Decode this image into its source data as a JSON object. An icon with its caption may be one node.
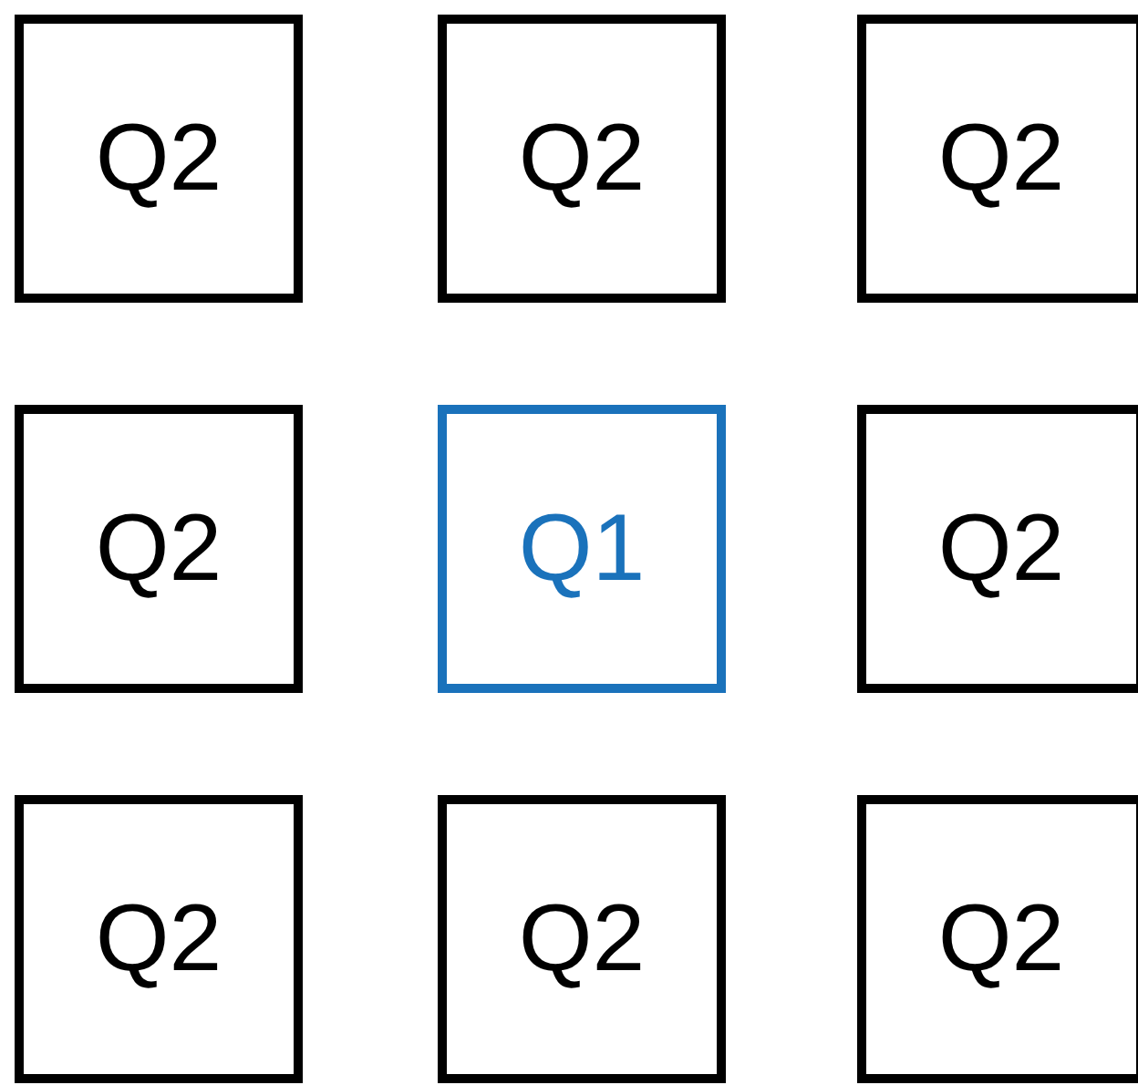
{
  "diagram": {
    "nodes": [
      {
        "text": [
          "Q2"
        ]
      },
      {
        "text": [
          "Q2"
        ]
      },
      {
        "text": [
          "Q2"
        ]
      },
      {
        "text": [
          "Q2"
        ]
      },
      {
        "text": [
          "Q1"
        ]
      },
      {
        "text": [
          "Q2"
        ]
      },
      {
        "text": [
          "Q2"
        ]
      },
      {
        "text": [
          "Q2"
        ]
      },
      {
        "text": [
          "Q2"
        ]
      }
    ]
  }
}
